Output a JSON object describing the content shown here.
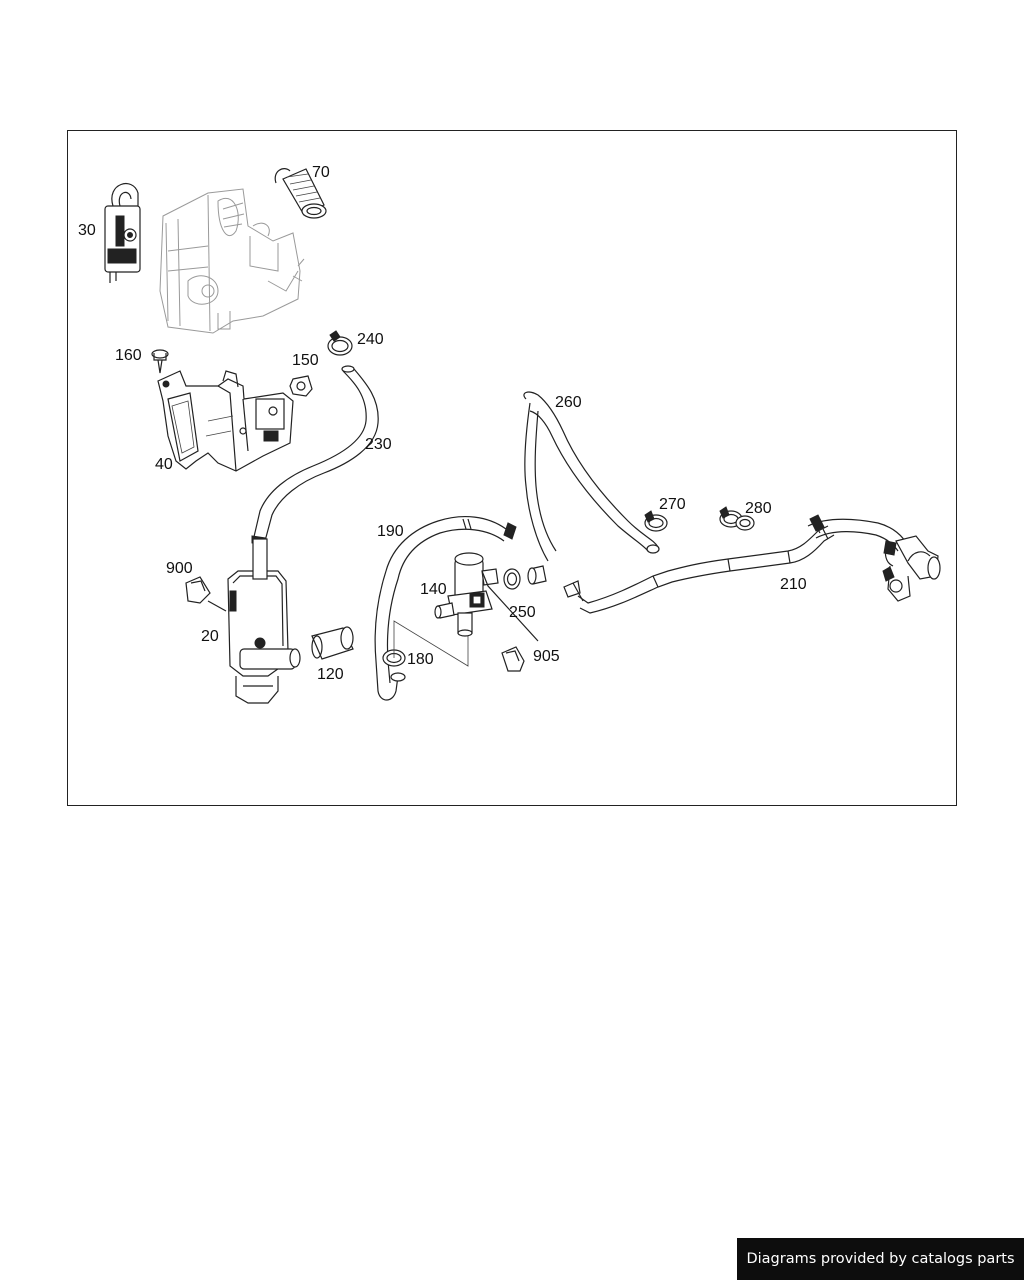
{
  "diagram": {
    "labels": {
      "p30": "30",
      "p70": "70",
      "p160": "160",
      "p240": "240",
      "p150": "150",
      "p230": "230",
      "p40": "40",
      "p260": "260",
      "p270": "270",
      "p280": "280",
      "p190": "190",
      "p900": "900",
      "p140": "140",
      "p250": "250",
      "p210": "210",
      "p20": "20",
      "p120": "120",
      "p905": "905",
      "p180": "180"
    }
  },
  "footer": {
    "text": "Diagrams provided by catalogs parts"
  }
}
